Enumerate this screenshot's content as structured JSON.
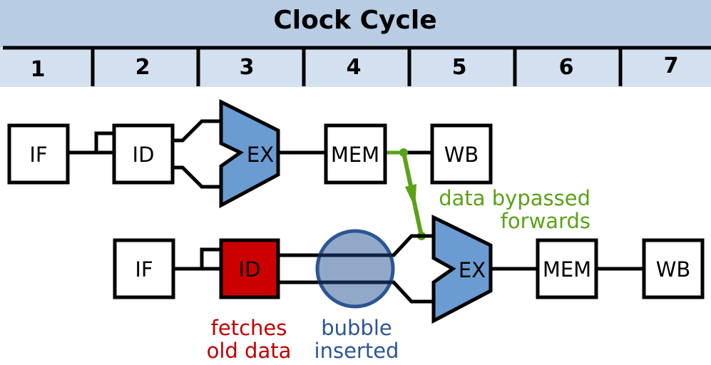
{
  "header": {
    "title": "Clock Cycle",
    "cycles": [
      "1",
      "2",
      "3",
      "4",
      "5",
      "6",
      "7"
    ]
  },
  "pipeline_1": {
    "stages": [
      "IF",
      "ID",
      "EX",
      "MEM",
      "WB"
    ]
  },
  "pipeline_2": {
    "stages": [
      "IF",
      "ID",
      "EX",
      "MEM",
      "WB"
    ]
  },
  "annotations": {
    "bypass": [
      "data bypassed",
      "forwards"
    ],
    "fetches": [
      "fetches",
      "old data"
    ],
    "bubble": [
      "bubble",
      "inserted"
    ]
  },
  "colors": {
    "header_dark": "#b8cce4",
    "header_light": "#d3e0ef",
    "alu_fill": "#6a9bd1",
    "stall_red": "#cc0000",
    "bubble_fill": "#91a8c8",
    "bubble_stroke": "#2d5593",
    "bypass_green": "#5aa218",
    "bubble_text": "#2d5593",
    "fetch_text": "#c00000"
  }
}
